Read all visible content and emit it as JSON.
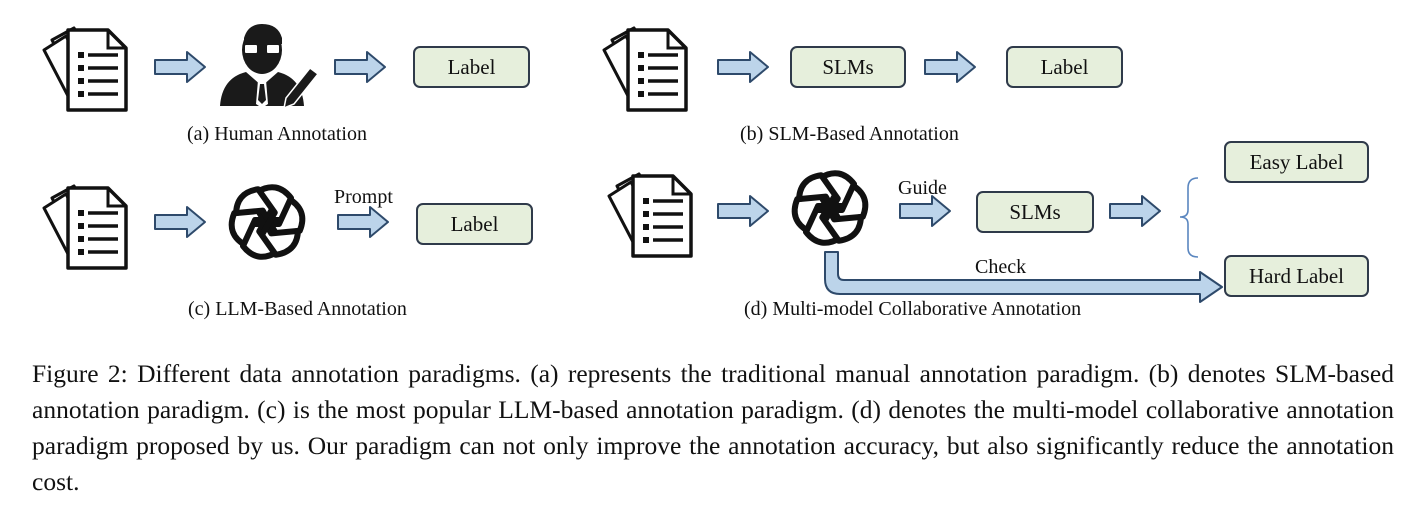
{
  "panels": {
    "a": {
      "caption": "(a) Human Annotation",
      "label": "Label"
    },
    "b": {
      "caption": "(b) SLM-Based Annotation",
      "model": "SLMs",
      "label": "Label"
    },
    "c": {
      "caption": "(c) LLM-Based Annotation",
      "edge": "Prompt",
      "label": "Label"
    },
    "d": {
      "caption": "(d) Multi-model Collaborative Annotation",
      "guide": "Guide",
      "model": "SLMs",
      "check": "Check",
      "easy": "Easy Label",
      "hard": "Hard Label"
    }
  },
  "colors": {
    "box_fill": "#e6efdc",
    "box_border": "#2f3a4a",
    "arrow_fill": "#bcd4ea",
    "arrow_stroke": "#2e4a6b"
  },
  "icons": [
    "document-stack-icon",
    "annotator-person-icon",
    "openai-logo-icon"
  ],
  "figure_caption": "Figure 2: Different data annotation paradigms. (a) represents the traditional manual annotation paradigm. (b) denotes SLM-based annotation paradigm. (c) is the most popular LLM-based annotation paradigm. (d) denotes the multi-model collaborative annotation paradigm proposed by us. Our paradigm can not only improve the annotation accuracy, but also significantly reduce the annotation cost."
}
